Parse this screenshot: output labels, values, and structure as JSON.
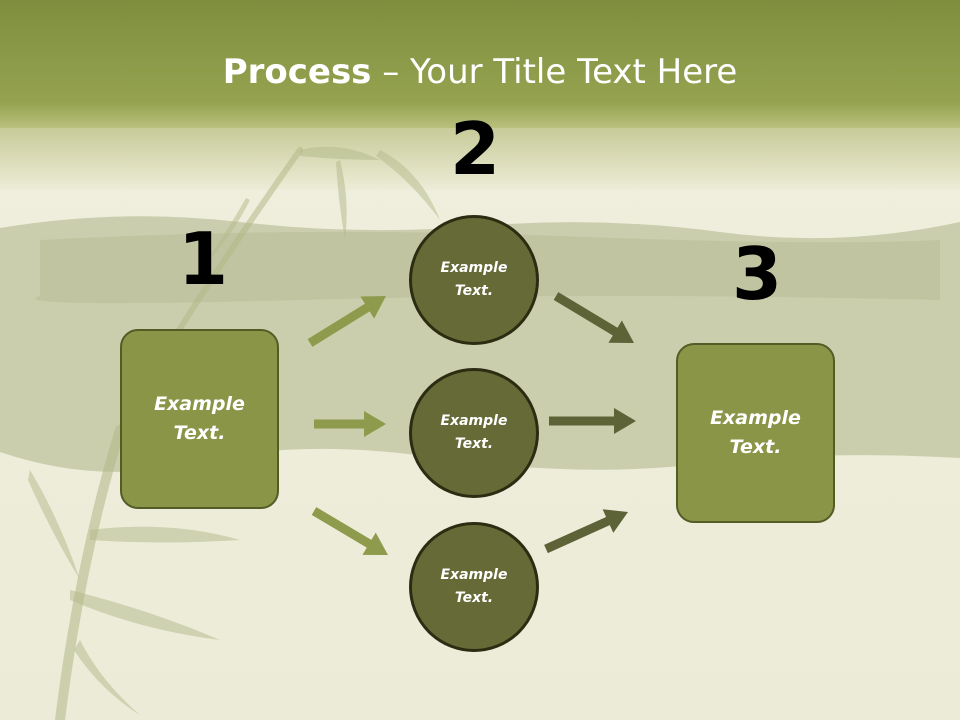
{
  "title": {
    "bold": "Process",
    "rest": " – Your Title Text Here"
  },
  "steps": [
    {
      "number": "1",
      "text": "Example\nText."
    },
    {
      "number": "2",
      "text": "Example\nText."
    },
    {
      "number": "3",
      "text": "Example\nText."
    }
  ],
  "middle_items": [
    {
      "text": "Example\nText."
    },
    {
      "text": "Example\nText."
    },
    {
      "text": "Example\nText."
    }
  ],
  "colors": {
    "header": "#8e9c4c",
    "box_fill": "#8a9548",
    "circle_fill": "#666a37",
    "arrow_left": "#8e9a4c",
    "arrow_right": "#5d6237"
  }
}
